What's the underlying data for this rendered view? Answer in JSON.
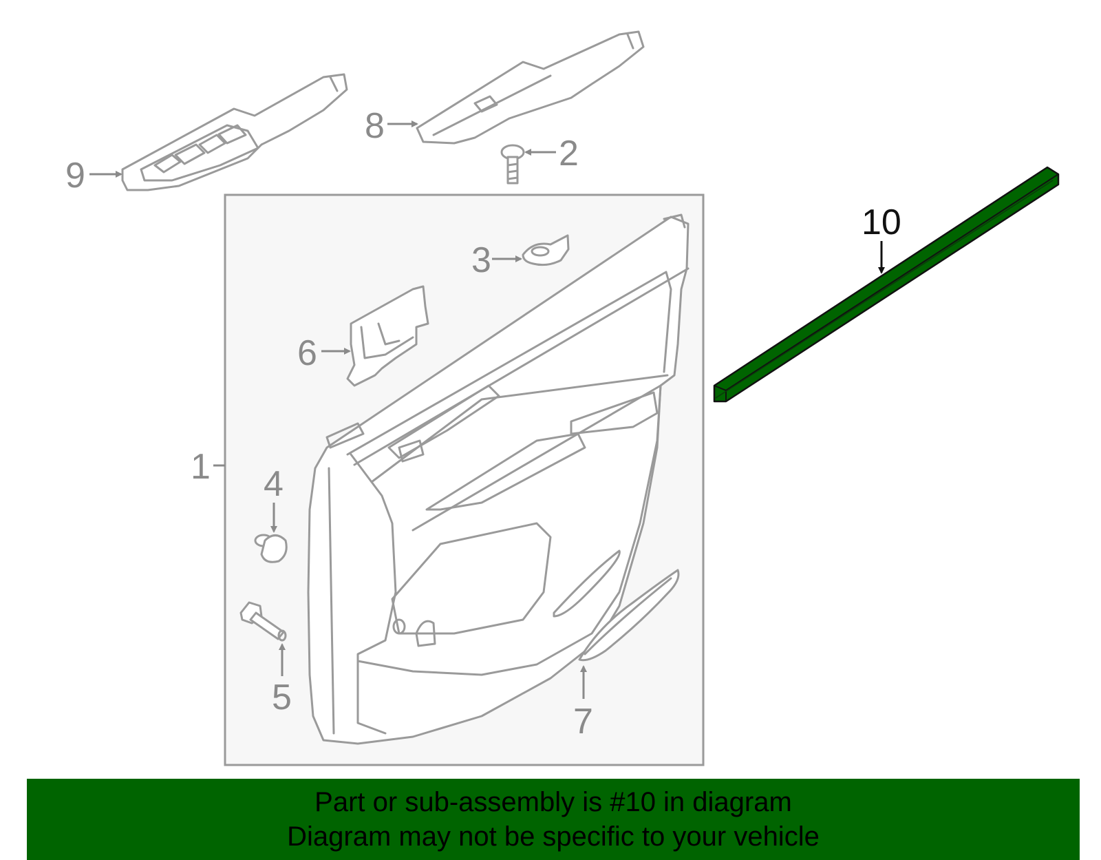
{
  "callouts": {
    "c1": "1",
    "c2": "2",
    "c3": "3",
    "c4": "4",
    "c5": "5",
    "c6": "6",
    "c7": "7",
    "c8": "8",
    "c9": "9",
    "c10": "10"
  },
  "highlighted_part": "10",
  "colors": {
    "highlight": "#006400",
    "line": "#9a9a9a",
    "panel_bg": "#f7f7f7",
    "banner_bg": "#006400"
  },
  "banner": {
    "line1": "Part or sub-assembly is #10 in diagram",
    "line2": "Diagram may not be specific to your vehicle"
  }
}
